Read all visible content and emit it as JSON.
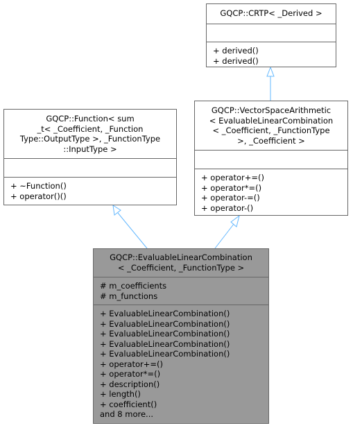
{
  "classes": {
    "crtp": {
      "title": [
        "GQCP::CRTP< _Derived >"
      ],
      "attributes": [],
      "methods": [
        "+ derived()",
        "+ derived()"
      ]
    },
    "function": {
      "title": [
        "GQCP::Function< sum",
        "_t< _Coefficient, _Function",
        "Type::OutputType >, _FunctionType",
        "::InputType >"
      ],
      "attributes": [],
      "methods": [
        "+ ~Function()",
        "+ operator()()"
      ]
    },
    "vsa": {
      "title": [
        "GQCP::VectorSpaceArithmetic",
        "< EvaluableLinearCombination",
        "< _Coefficient, _FunctionType",
        ">, _Coefficient >"
      ],
      "attributes": [],
      "methods": [
        "+ operator+=()",
        "+ operator*=()",
        "+ operator-=()",
        "+ operator-()"
      ]
    },
    "elc": {
      "title": [
        "GQCP::EvaluableLinearCombination",
        "< _Coefficient, _FunctionType >"
      ],
      "attributes": [
        "# m_coefficients",
        "# m_functions"
      ],
      "methods": [
        "+ EvaluableLinearCombination()",
        "+ EvaluableLinearCombination()",
        "+ EvaluableLinearCombination()",
        "+ EvaluableLinearCombination()",
        "+ EvaluableLinearCombination()",
        "+ operator+=()",
        "+ operator*=()",
        "+ description()",
        "+ length()",
        "+ coefficient()",
        "and 8 more..."
      ]
    }
  },
  "colors": {
    "edge": "#63b8ff",
    "border": "#666666",
    "focus_fill": "#999999"
  }
}
